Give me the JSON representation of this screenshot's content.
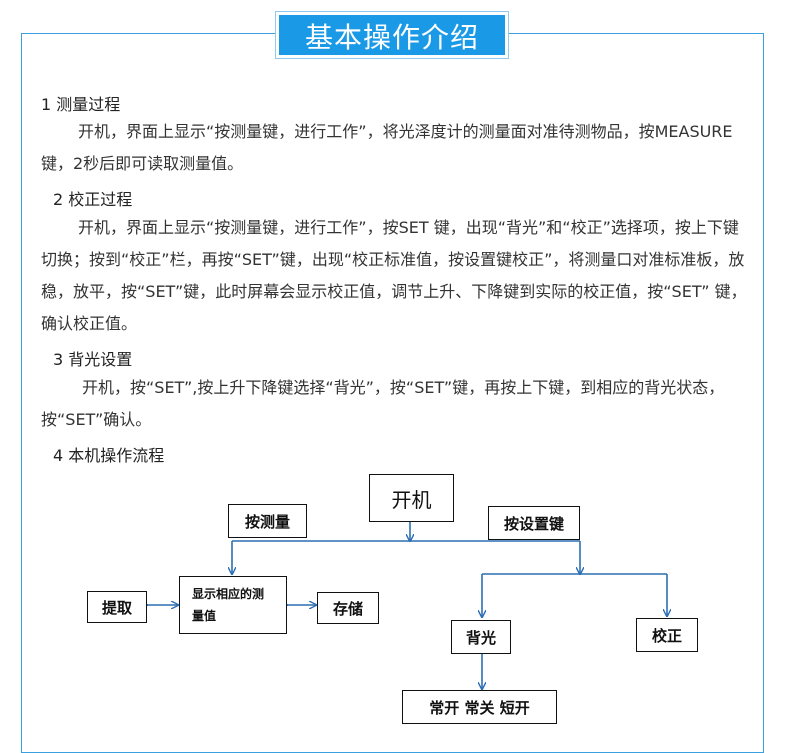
{
  "title": "基本操作介绍",
  "sections": [
    {
      "heading": "1  测量过程",
      "text": "开机，界面上显示“按测量键，进行工作”，将光泽度计的测量面对准待测物品，按MEASURE键，2秒后即可读取测量值。"
    },
    {
      "heading": "2  校正过程",
      "text": "开机，界面上显示“按测量键，进行工作”，按SET 键，出现“背光”和“校正”选择项，按上下键切换；按到“校正”栏，再按“SET”键，出现“校正标准值，按设置键校正”，将测量口对准标准板，放稳，放平，按“SET”键，此时屏幕会显示校正值，调节上升、下降键到实际的校正值，按“SET” 键，确认校正值。"
    },
    {
      "heading": "3  背光设置",
      "text": "开机，按“SET”,按上升下降键选择“背光”，按“SET”键，再按上下键，到相应的背光状态，按“SET”确认。"
    },
    {
      "heading": "4 本机操作流程"
    }
  ],
  "flowchart": {
    "power_on": "开机",
    "press_measure": "按测量",
    "press_settings": "按设置键",
    "show_value_line1": "显示相应的测",
    "show_value_line2": "量值",
    "extract": "提取",
    "store": "存储",
    "backlight": "背光",
    "calibrate": "校正",
    "backlight_modes": "常开  常关   短开"
  },
  "colors": {
    "accent": "#1a9ae6",
    "frame": "#3aa0e0",
    "arrow": "#2d6fb3"
  }
}
